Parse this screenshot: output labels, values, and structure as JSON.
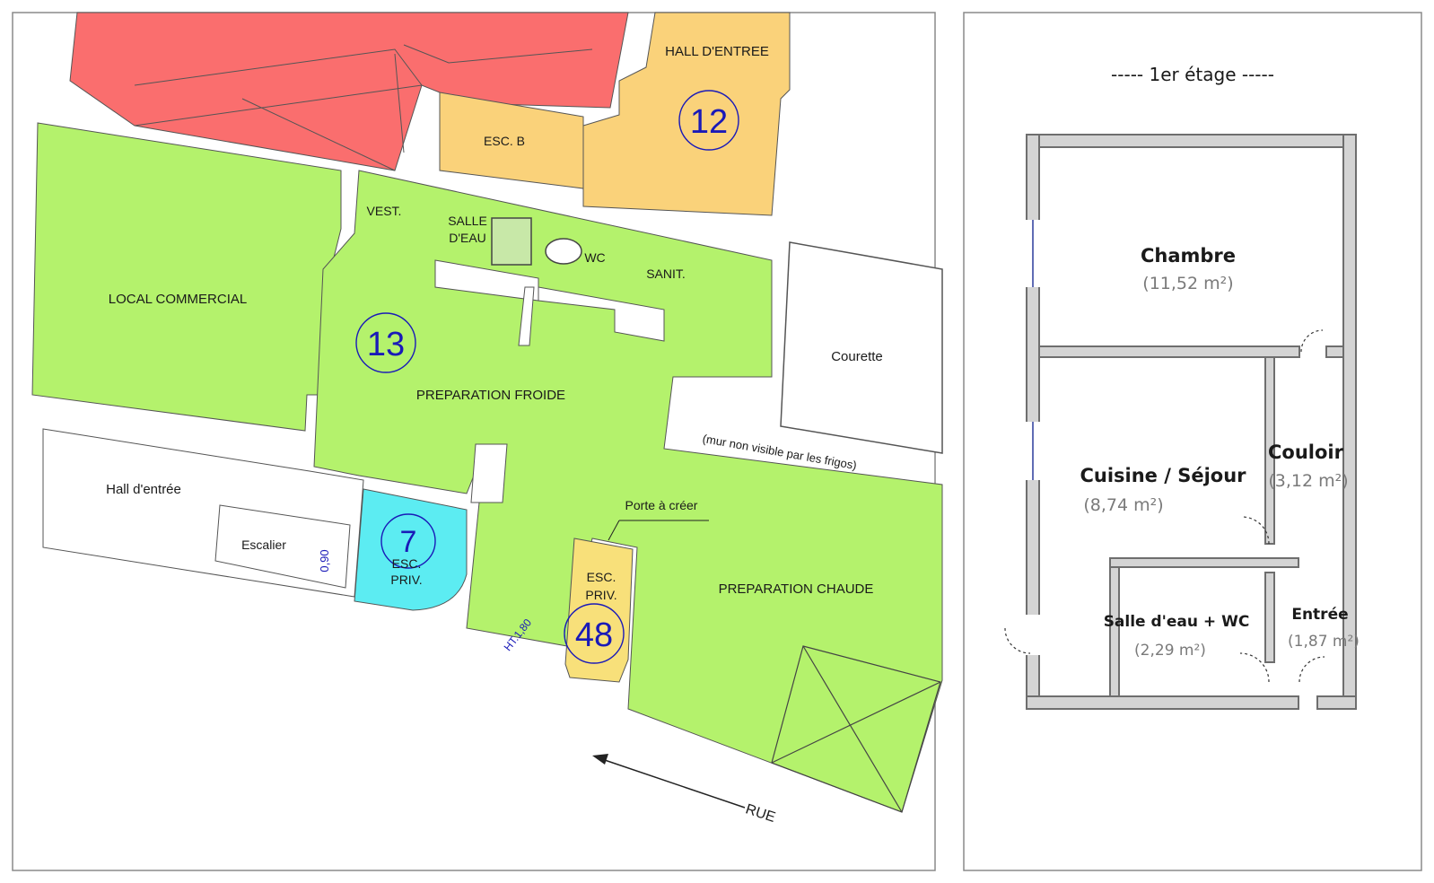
{
  "ground_floor": {
    "units": {
      "u12": "12",
      "u13": "13",
      "u7": "7",
      "u48": "48"
    },
    "rooms": {
      "hall_entree_top": "HALL D'ENTREE",
      "esc_b": "ESC. B",
      "vest": "VEST.",
      "salle_eau_1": "SALLE",
      "salle_eau_2": "D'EAU",
      "wc": "WC",
      "sanit": "SANIT.",
      "local_commercial": "LOCAL COMMERCIAL",
      "preparation_froide": "PREPARATION FROIDE",
      "courette": "Courette",
      "hall_entree_bottom": "Hall d'entrée",
      "escalier": "Escalier",
      "esc_priv_1": "ESC.",
      "esc_priv_2": "PRIV.",
      "esc_priv48_1": "ESC.",
      "esc_priv48_2": "PRIV.",
      "preparation_chaude": "PREPARATION CHAUDE",
      "rue": "RUE"
    },
    "annotations": {
      "mur": "(mur non visible par les frigos)",
      "porte": "Porte à créer",
      "dim_090": "0,90",
      "dim_ht": "HT.1,80"
    },
    "colors": {
      "green": "#b4f26c",
      "red": "#fa6e6e",
      "orange": "#fad27a",
      "cyan": "#5cecf2",
      "yellow": "#f8e07a",
      "wall": "#d4d4d4"
    }
  },
  "first_floor": {
    "title": "----- 1er étage -----",
    "rooms": [
      {
        "name": "Chambre",
        "area": "(11,52 m²)"
      },
      {
        "name": "Cuisine / Séjour",
        "area": "(8,74 m²)"
      },
      {
        "name": "Couloir",
        "area": "(3,12 m²)"
      },
      {
        "name": "Salle d'eau + WC",
        "area": "(2,29 m²)"
      },
      {
        "name": "Entrée",
        "area": "(1,87 m²)"
      }
    ]
  }
}
